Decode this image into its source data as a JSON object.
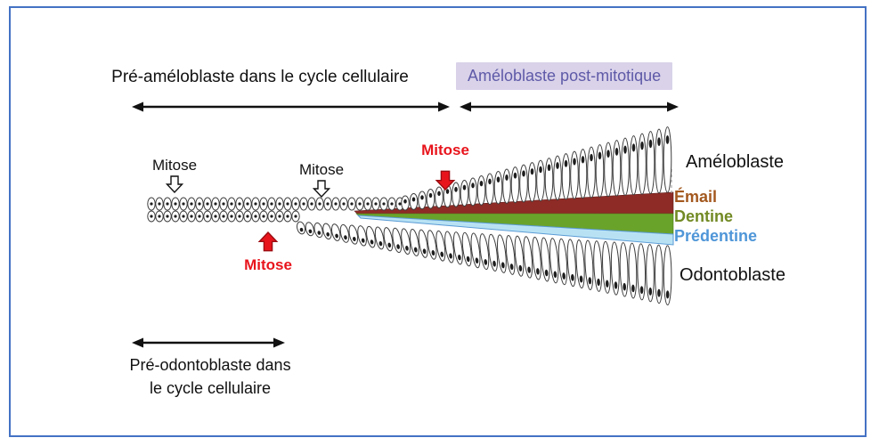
{
  "diagram": {
    "top_left_label": "Pré-améloblaste dans le cycle cellulaire",
    "post_mitotic_label": "Améloblaste post-mitotique",
    "mitose_labels": [
      "Mitose",
      "Mitose",
      "Mitose",
      "Mitose"
    ],
    "right_labels": {
      "ameloblaste": "Améloblaste",
      "email": "Émail",
      "dentine": "Dentine",
      "predentine": "Prédentine",
      "odontoblaste": "Odontoblaste"
    },
    "bottom_label": {
      "line1": "Pré-odontoblaste dans",
      "line2": "le cycle cellulaire"
    },
    "colors": {
      "border": "#4472c4",
      "post_mitotic_bg": "#d9d2e9",
      "post_mitotic_text": "#5f5aa8",
      "mitose_red": "#e8141c",
      "arrow_black": "#111111",
      "email_text": "#a3581e",
      "email_fill": "#8e2b26",
      "dentine_text": "#728a24",
      "dentine_fill": "#6aa32a",
      "predentine_text": "#4f96d8",
      "predentine_fill": "#b8e2f4",
      "predentine_stroke": "#5b9bd5",
      "cell_stroke": "#3c3c3c",
      "nucleus": "#1d1d1d"
    }
  }
}
